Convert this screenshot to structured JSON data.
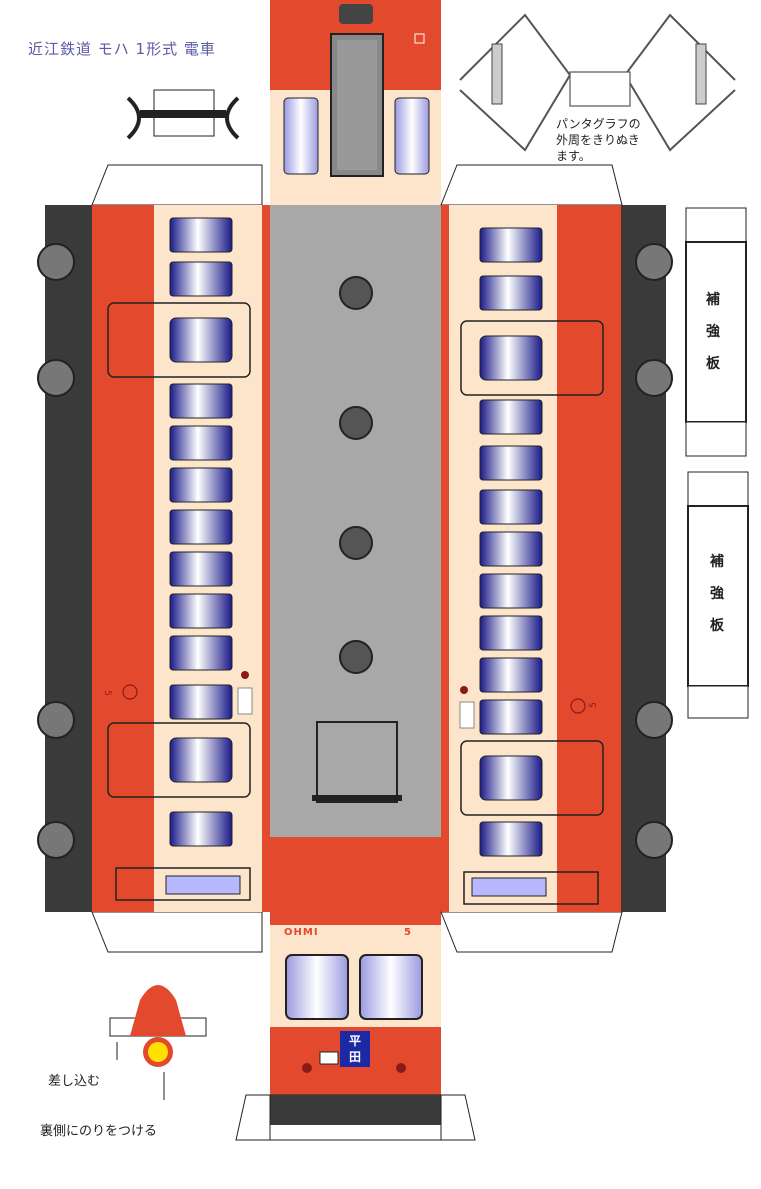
{
  "sheet": {
    "title": "近江鉄道  モハ 1形式 電車",
    "pantograph_note": [
      "パンタグラフの",
      "外周をきりぬき",
      "ます。"
    ],
    "reinforcement_label_a": [
      "補",
      "強",
      "板"
    ],
    "reinforcement_label_b": [
      "補",
      "強",
      "板"
    ],
    "insert_note": "差し込む",
    "glue_note": "裏側にのりをつける",
    "company_mark": "OHMI",
    "car_number": "5",
    "destination": [
      "平",
      "田"
    ],
    "side_number": "5"
  },
  "colors": {
    "body_red": "#e34a2d",
    "body_cream": "#fde5cc",
    "roof_gray": "#a8a8a8",
    "window_blue": "#2a2a96",
    "underframe": "#3a3a3a",
    "destination_blue": "#1c28a4"
  }
}
